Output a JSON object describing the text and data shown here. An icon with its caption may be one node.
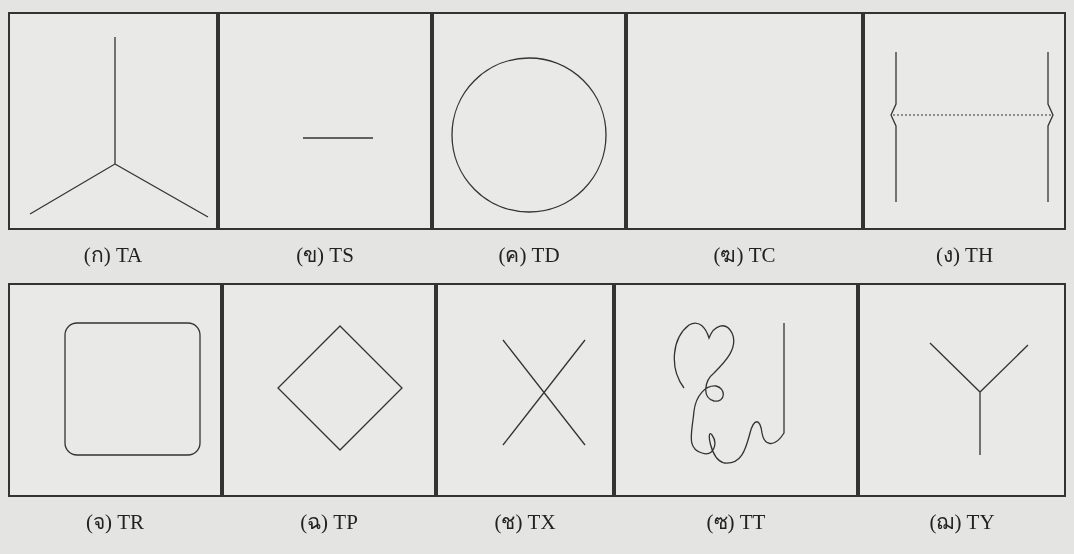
{
  "diagram": {
    "labels": [
      "(ก) TA",
      "(ข) TS",
      "(ค) TD",
      "(ฆ) TC",
      "(ง) TH",
      "(จ) TR",
      "(ฉ) TP",
      "(ช) TX",
      "(ซ) TT",
      "(ฌ) TY"
    ]
  }
}
